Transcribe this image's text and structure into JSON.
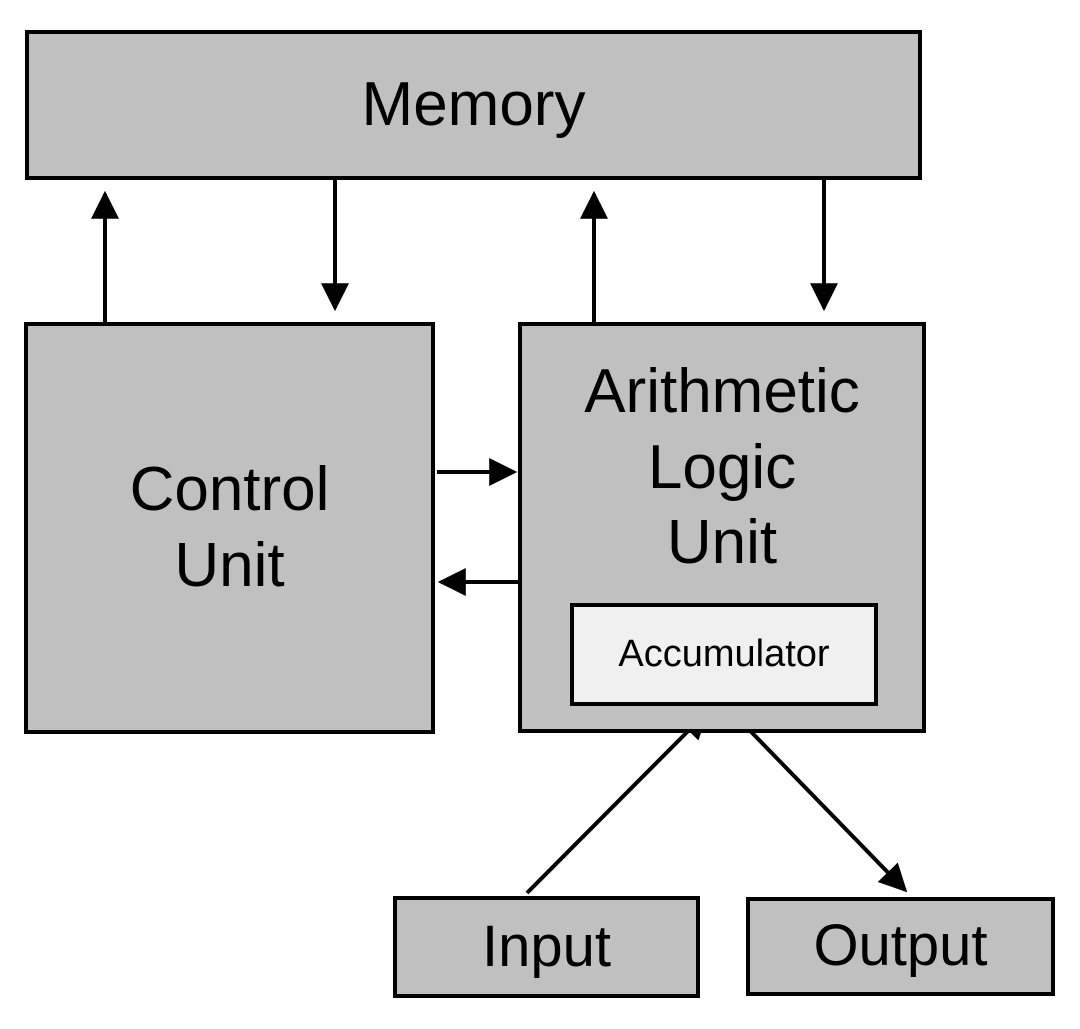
{
  "diagram": {
    "title": "Von Neumann computer architecture block diagram",
    "background_color": "#ffffff",
    "node_fill_color": "#c0c0c0",
    "accumulator_fill_color": "#f0f0f0",
    "stroke_color": "#000000",
    "nodes": [
      {
        "id": "memory",
        "label": "Memory"
      },
      {
        "id": "control-unit",
        "label": "Control\nUnit"
      },
      {
        "id": "alu",
        "label": "Arithmetic\nLogic\nUnit"
      },
      {
        "id": "accumulator",
        "label": "Accumulator"
      },
      {
        "id": "input",
        "label": "Input"
      },
      {
        "id": "output",
        "label": "Output"
      }
    ],
    "edges": [
      {
        "id": "control-unit-to-memory",
        "from": "control-unit",
        "to": "memory",
        "direction": "up",
        "style": "straight"
      },
      {
        "id": "memory-to-control-unit",
        "from": "memory",
        "to": "control-unit",
        "direction": "down",
        "style": "straight"
      },
      {
        "id": "alu-to-memory",
        "from": "alu",
        "to": "memory",
        "direction": "up",
        "style": "straight"
      },
      {
        "id": "memory-to-alu",
        "from": "memory",
        "to": "alu",
        "direction": "down",
        "style": "straight"
      },
      {
        "id": "control-unit-to-alu",
        "from": "control-unit",
        "to": "alu",
        "direction": "right",
        "style": "straight"
      },
      {
        "id": "alu-to-control-unit",
        "from": "alu",
        "to": "control-unit",
        "direction": "left",
        "style": "straight"
      },
      {
        "id": "input-to-accumulator",
        "from": "input",
        "to": "accumulator",
        "direction": "up-right",
        "style": "diagonal"
      },
      {
        "id": "accumulator-to-output",
        "from": "accumulator",
        "to": "output",
        "direction": "down-right",
        "style": "diagonal"
      }
    ]
  }
}
